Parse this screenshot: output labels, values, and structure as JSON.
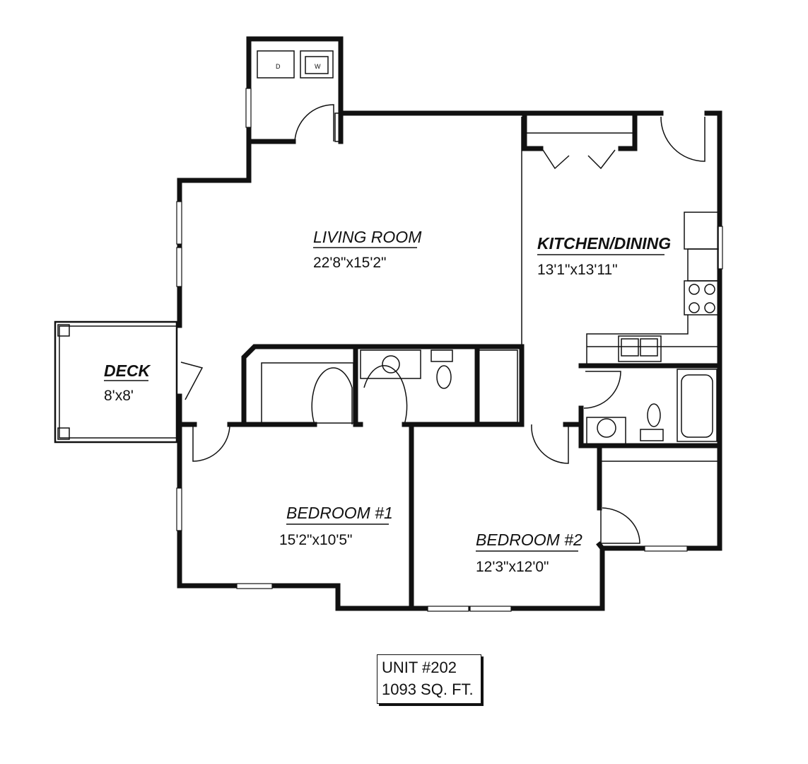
{
  "rooms": {
    "living": {
      "name": "LIVING ROOM",
      "size": "22'8\"x15'2\""
    },
    "kitchen": {
      "name": "KITCHEN/DINING",
      "size": "13'1\"x13'11\""
    },
    "deck": {
      "name": "DECK",
      "size": "8'x8'"
    },
    "bedroom1": {
      "name": "BEDROOM #1",
      "size": "15'2\"x10'5\""
    },
    "bedroom2": {
      "name": "BEDROOM #2",
      "size": "12'3\"x12'0\""
    }
  },
  "appliances": {
    "dryer": "D",
    "washer": "W"
  },
  "unit": {
    "number": "UNIT #202",
    "area": "1093 SQ. FT."
  }
}
